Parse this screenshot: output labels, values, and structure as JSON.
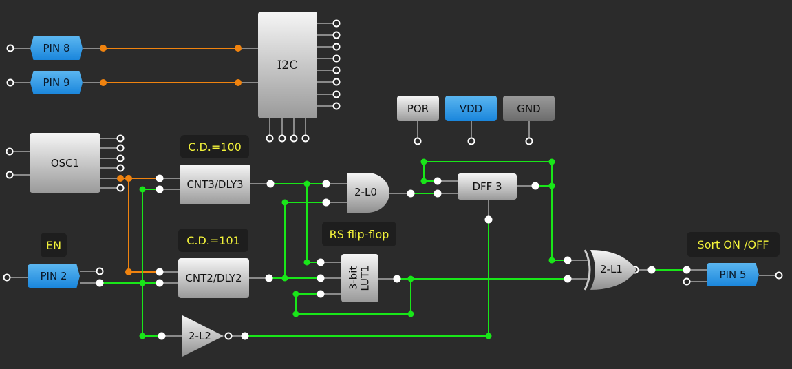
{
  "pins": {
    "pin8": "PIN 8",
    "pin9": "PIN 9",
    "pin2": "PIN 2",
    "pin5": "PIN 5"
  },
  "blocks": {
    "i2c": "I2C",
    "osc1": "OSC1",
    "cnt3": "CNT3/DLY3",
    "cnt2": "CNT2/DLY2",
    "and_gate": "2-L0",
    "xor_gate": "2-L1",
    "inverter": "2-L2",
    "dff": "DFF 3",
    "lut_line1": "3-bit",
    "lut_line2": "LUT1",
    "por": "POR",
    "vdd": "VDD",
    "gnd": "GND"
  },
  "notes": {
    "cd100": "C.D.=100",
    "cd101": "C.D.=101",
    "en": "EN",
    "rs": "RS flip-flop",
    "sort": "Sort ON /OFF"
  },
  "colors": {
    "background": "#2b2b2b",
    "wire_active": "#19e619",
    "wire_clock": "#f0830f",
    "wire_idle": "#8a8a8a",
    "pin_blue": "#2a95e2",
    "note_text": "#f2f23a"
  }
}
